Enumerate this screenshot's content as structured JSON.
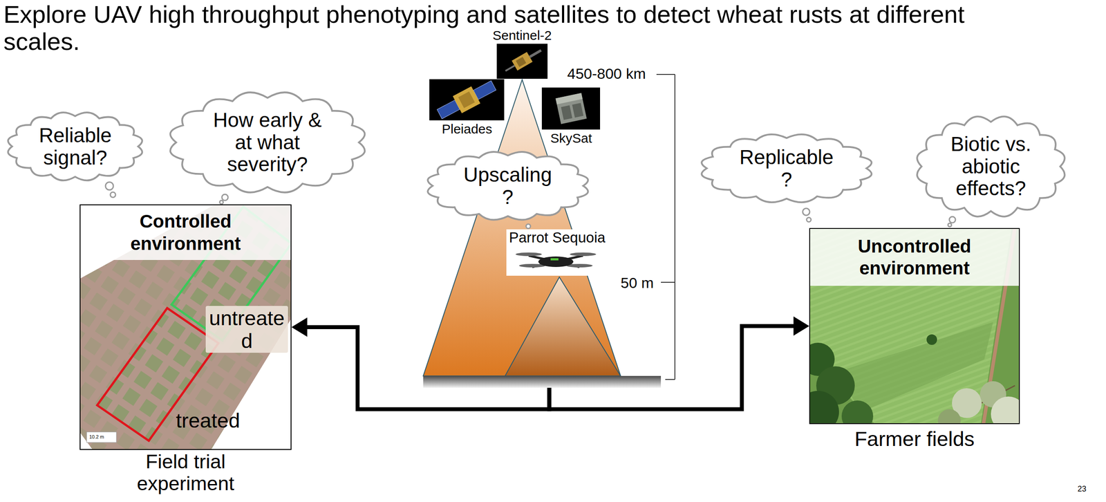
{
  "diagram": {
    "title": "Explore UAV high throughput phenotyping and satellites to detect wheat rusts at different scales.",
    "nodes": [
      {
        "text": [
          "Reliable signal?"
        ]
      },
      {
        "text": [
          "How early & at what severity?"
        ]
      },
      {
        "text": [
          "Upscaling ?"
        ]
      },
      {
        "text": [
          "Replicable ?"
        ]
      },
      {
        "text": [
          "Biotic vs. abiotic effects?"
        ]
      },
      {
        "text": [
          "Controlled environment",
          "Field trial experiment"
        ]
      },
      {
        "text": [
          "untreated"
        ],
        "in": 5
      },
      {
        "text": [
          "treated"
        ],
        "in": 5
      },
      {
        "text": [
          "Parrot Sequoia"
        ]
      },
      {
        "text": [
          "Uncontrolled environment",
          "Farmer fields"
        ]
      }
    ],
    "edges": [
      {
        "from": 8,
        "to": 5,
        "arrow": "to"
      },
      {
        "from": 8,
        "to": 9,
        "arrow": "to"
      }
    ],
    "labels": [
      "Sentinel-2",
      "Pleiades",
      "SkySat",
      "450-800 km",
      "50 m",
      "10.2 m",
      "23"
    ]
  }
}
